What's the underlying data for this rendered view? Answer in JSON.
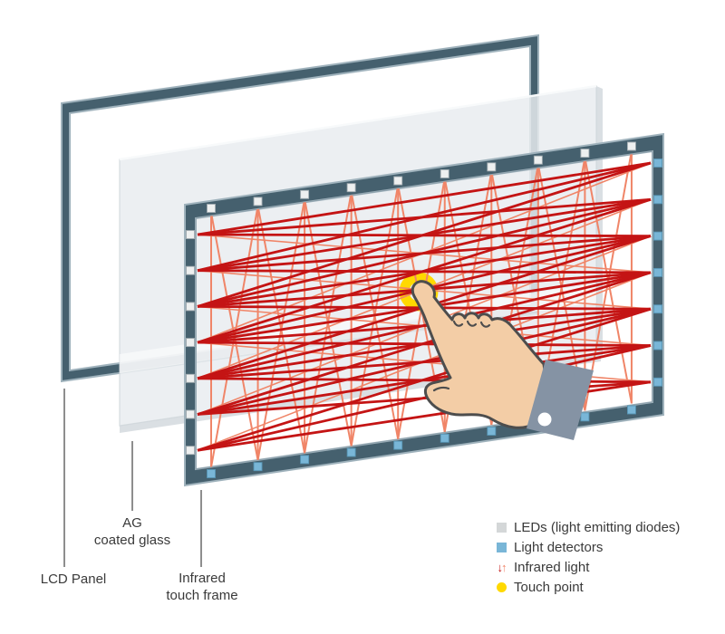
{
  "labels": {
    "lcd": "LCD Panel",
    "glass": [
      "AG",
      "coated glass"
    ],
    "frame": [
      "Infrared",
      "touch frame"
    ]
  },
  "legend": {
    "items": [
      {
        "icon": "led-square",
        "label": "LEDs (light emitting diodes)"
      },
      {
        "icon": "detector-square",
        "label": "Light detectors"
      },
      {
        "icon": "infrared-arrows",
        "label": "Infrared light"
      },
      {
        "icon": "touch-dot",
        "label": "Touch point"
      }
    ]
  },
  "icons": {
    "arrow_down": "↓",
    "arrow_up": "↑"
  },
  "diagram": {
    "top_led_count": 10,
    "left_led_count": 7,
    "right_detector_count": 7,
    "bottom_detector_count": 10
  },
  "colors": {
    "slate": "#45606e",
    "slate_light": "#9fb2bc",
    "slate_inner": "#8fa2ad",
    "glass_fill": "#e9edf0",
    "glass_edge": "#ced5da",
    "glass_side": "#d8dde1",
    "beam_red": "#c41414",
    "beam_salmon": "#f08568",
    "led_fill": "#eef0f0",
    "led_border": "#a3adb2",
    "detector_fill": "#79b6d7",
    "detector_border": "#5795b4",
    "legend_led": "#d4d7d8",
    "flesh": "#f3cda6",
    "hand_outline": "#4d4d4d",
    "cuff": "#8593a4",
    "touch_yellow": "#ffd900",
    "leader": "#444444",
    "text": "#3a3a3a"
  }
}
